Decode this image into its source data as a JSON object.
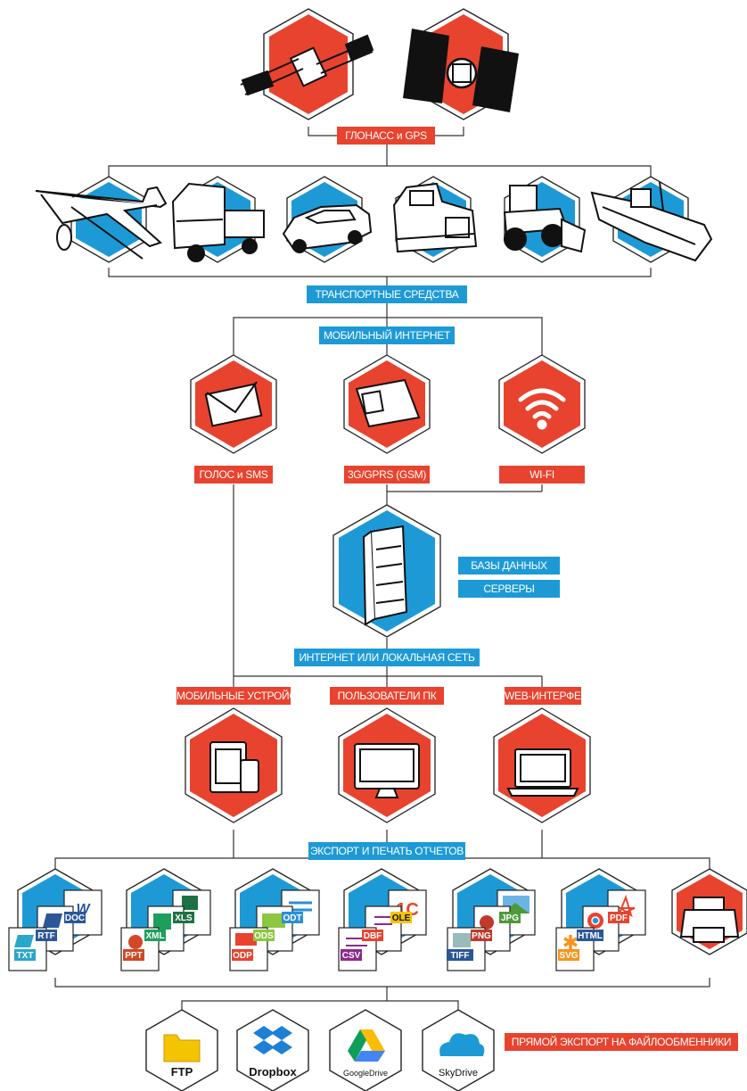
{
  "labels": {
    "gnss": "ГЛОНАСС и GPS",
    "vehicles": "ТРАНСПОРТНЫЕ СРЕДСТВА",
    "mobile_internet": "МОБИЛЬНЫЙ ИНТЕРНЕТ",
    "voice_sms": "ГОЛОС и SMS",
    "gsm": "3G/GPRS (GSM)",
    "wifi": "WI-FI",
    "databases": "БАЗЫ ДАННЫХ",
    "servers": "СЕРВЕРЫ",
    "network": "ИНТЕРНЕТ ИЛИ ЛОКАЛЬНАЯ СЕТЬ",
    "mobile_devices": "МОБИЛЬНЫЕ УСТРОЙСТВА",
    "pc_users": "ПОЛЬЗОВАТЕЛИ ПК",
    "web": "WEB-ИНТЕРФЕЙС",
    "export": "ЭКСПОРТ И ПЕЧАТЬ ОТЧЕТОВ",
    "file_share": "ПРЯМОЙ ЭКСПОРТ НА ФАЙЛООБМЕННИКИ"
  },
  "file_badges": {
    "g1": [
      "TXT",
      "RTF",
      "DOC"
    ],
    "g2": [
      "PPT",
      "XML",
      "XLS"
    ],
    "g3": [
      "ODP",
      "ODS",
      "ODT"
    ],
    "g4": [
      "CSV",
      "DBF",
      "OLE"
    ],
    "g5": [
      "TIFF",
      "PNG",
      "JPG"
    ],
    "g6": [
      "SVG",
      "HTML",
      "PDF"
    ]
  },
  "cloud_services": [
    "FTP",
    "Dropbox",
    "GoogleDrive",
    "SkyDrive"
  ],
  "icons": {
    "satellites": [
      "satellite-icon",
      "satellite-icon"
    ],
    "vehicles": [
      "airplane-icon",
      "truck-icon",
      "car-icon",
      "locomotive-icon",
      "wheel-loader-icon",
      "ship-icon"
    ],
    "channels": [
      "envelope-icon",
      "sim-card-icon",
      "wifi-icon"
    ],
    "server": "server-rack-icon",
    "clients": [
      "tablet-phone-icon",
      "monitor-icon",
      "laptop-icon"
    ],
    "printer": "printer-icon",
    "cloud": [
      "folder-icon",
      "dropbox-icon",
      "google-drive-icon",
      "cloud-icon"
    ]
  },
  "colors": {
    "red": "#e8432f",
    "blue": "#1d9ad6",
    "dark": "#1a1a1a"
  }
}
